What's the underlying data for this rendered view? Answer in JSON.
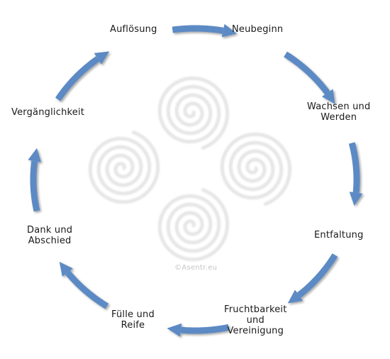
{
  "stages": [
    {
      "id": "neubeginn",
      "lines": [
        "Neubeginn"
      ]
    },
    {
      "id": "wachsen-und-werden",
      "lines": [
        "Wachsen und",
        "Werden"
      ]
    },
    {
      "id": "entfaltung",
      "lines": [
        "Entfaltung"
      ]
    },
    {
      "id": "fruchtbarkeit-und-vereinigung",
      "lines": [
        "Fruchtbarkeit",
        "und",
        "Vereinigung"
      ]
    },
    {
      "id": "fuelle-und-reife",
      "lines": [
        "Fülle und",
        "Reife"
      ]
    },
    {
      "id": "dank-und-abschied",
      "lines": [
        "Dank und",
        "Abschied"
      ]
    },
    {
      "id": "vergaenglichkeit",
      "lines": [
        "Vergänglichkeit"
      ]
    },
    {
      "id": "aufloesung",
      "lines": [
        "Auflösung"
      ]
    }
  ],
  "watermark": "©Asentr.eu",
  "colors": {
    "arrow": "#5b8ac4",
    "arrow_dark": "#3f6ea6",
    "spiral": "#e6e6e6",
    "text": "#1a1a1a",
    "watermark": "#c4c4c4"
  },
  "icons": {
    "center": "quadruple-spiral-icon",
    "arrows": "clockwise-curved-arrow-icon"
  }
}
